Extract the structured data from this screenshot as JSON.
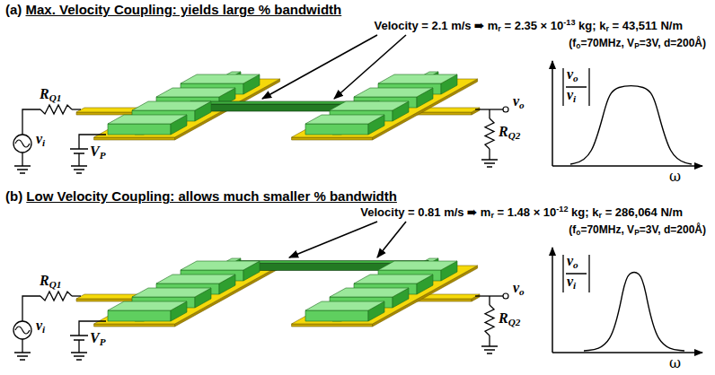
{
  "diagram": {
    "labels": [
      "(a) Max. Velocity Coupling: yields large % bandwidth",
      "Velocity = 2.1 m/s ➠ mr = 2.35 × 10-13 kg; kr = 43,511 N/m",
      "(fo=70MHz, VP=3V, d=200Å)",
      "RQ1",
      "vi",
      "VP",
      "vo",
      "RQ2",
      "vo",
      "vi",
      "ω",
      "(b) Low Velocity Coupling: allows much smaller % bandwidth",
      "Velocity = 0.81 m/s ➠ mr = 1.48 × 10-12 kg; kr = 286,064 N/m",
      "(fo=70MHz, VP=3V, d=200Å)",
      "RQ1",
      "vi",
      "VP",
      "vo",
      "RQ2",
      "vo",
      "vi",
      "ω"
    ]
  }
}
